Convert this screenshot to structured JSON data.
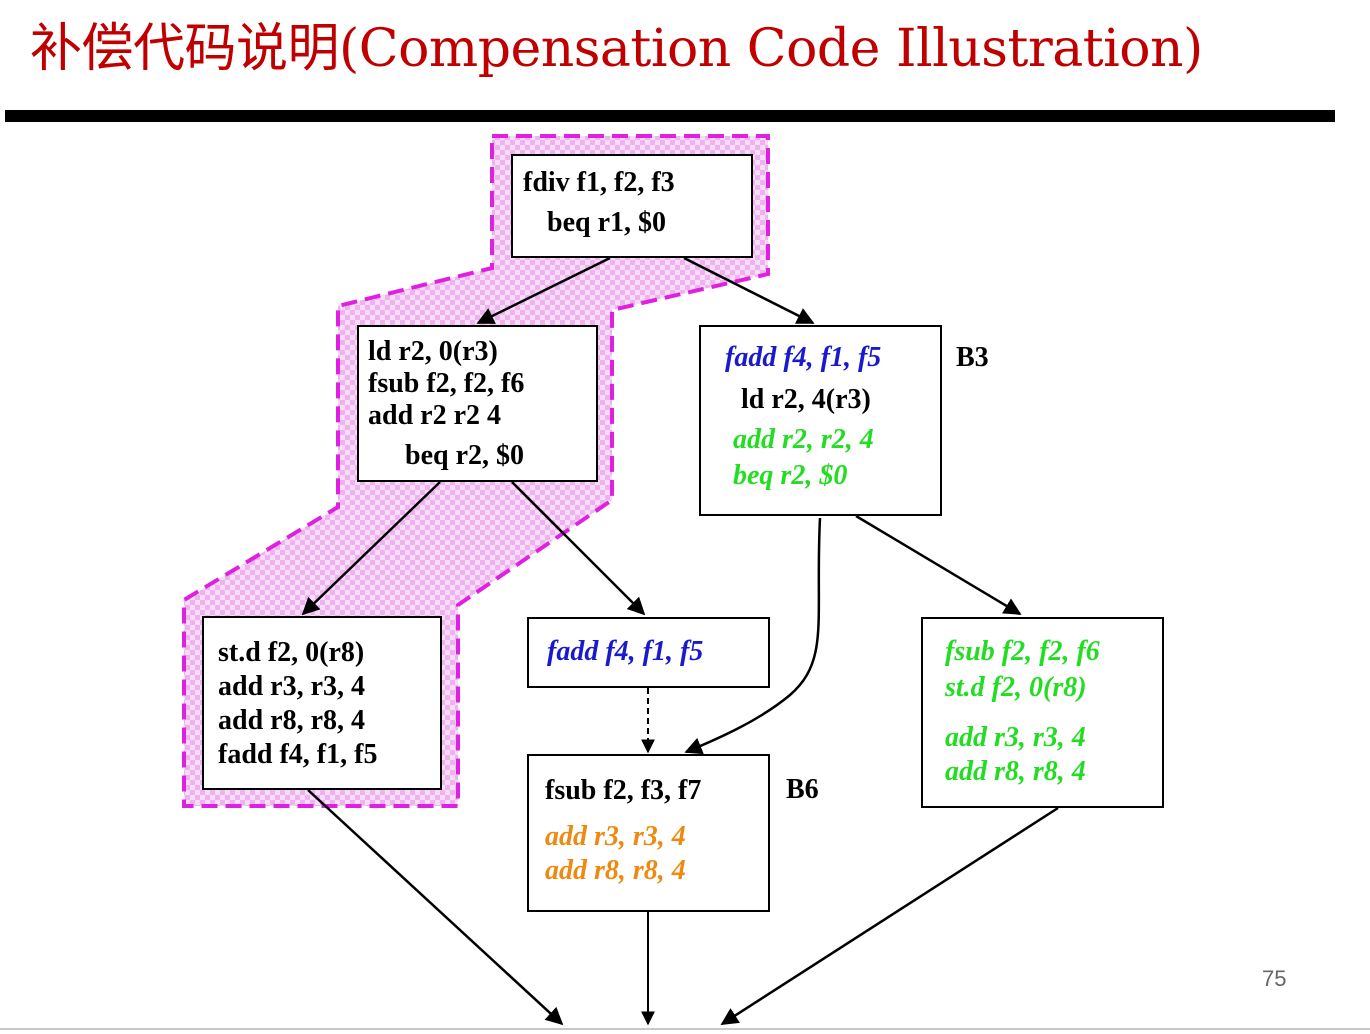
{
  "slide": {
    "title": "补偿代码说明(Compensation Code Illustration)",
    "page_number": "75"
  },
  "colors": {
    "title": "#c00000",
    "trace_highlight": "#e020e0",
    "instr_default": "#000000",
    "instr_blue": "#1a1acc",
    "instr_green": "#22dd22",
    "instr_orange": "#ee8a10"
  },
  "blocks": {
    "b1": {
      "lines": [
        "fdiv f1, f2, f3",
        "beq r1,  $0"
      ]
    },
    "b2": {
      "lines": [
        "ld r2, 0(r3)",
        "fsub f2, f2,  f6",
        "add r2 r2  4",
        "beq r2, $0"
      ]
    },
    "b3": {
      "label": "B3",
      "lines": [
        "fadd f4, f1, f5",
        "ld r2,  4(r3)",
        "add r2, r2, 4",
        "beq r2, $0"
      ]
    },
    "b4": {
      "lines": [
        "st.d   f2,   0(r8)",
        "add  r3,  r3,  4",
        "add  r8,  r8,  4",
        "fadd f4, f1, f5"
      ]
    },
    "b5": {
      "lines": [
        "fadd f4, f1, f5"
      ]
    },
    "b6": {
      "label": "B6",
      "lines": [
        "fsub f2, f3, f7",
        "add r3, r3, 4",
        "add r8, r8, 4"
      ]
    },
    "b7": {
      "lines": [
        "fsub f2, f2, f6",
        "st.d f2, 0(r8)",
        "add r3, r3, 4",
        "add r8, r8, 4"
      ]
    }
  }
}
